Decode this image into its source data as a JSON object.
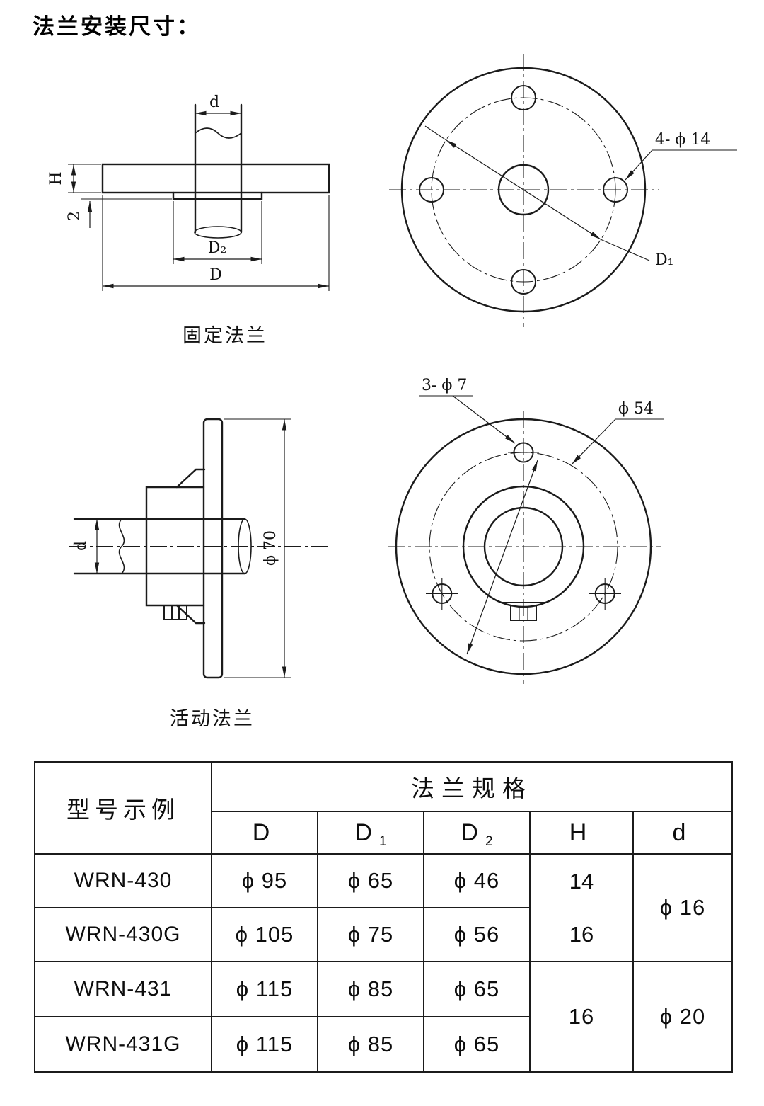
{
  "page": {
    "title": "法兰安装尺寸："
  },
  "fixed_flange": {
    "caption": "固定法兰",
    "dim_d": "d",
    "dim_H": "H",
    "dim_2": "2",
    "dim_D2": "D₂",
    "dim_D": "D",
    "front": {
      "holes_label": "4- ϕ 14",
      "dim_D1": "D₁"
    }
  },
  "movable_flange": {
    "caption": "活动法兰",
    "dim_d": "d",
    "dim_phi70": "ϕ 70",
    "front": {
      "holes_label": "3- ϕ 7",
      "dim_phi54": "ϕ 54"
    }
  },
  "table": {
    "model_header": "型号示例",
    "spec_header": "法兰规格",
    "columns": [
      {
        "base": "D",
        "sub": ""
      },
      {
        "base": "D",
        "sub": "1"
      },
      {
        "base": "D",
        "sub": "2"
      },
      {
        "base": "H",
        "sub": ""
      },
      {
        "base": "d",
        "sub": ""
      }
    ],
    "rows": [
      {
        "model": "WRN-430",
        "D": "ϕ 95",
        "D1": "ϕ 65",
        "D2": "ϕ 46",
        "H": "14"
      },
      {
        "model": "WRN-430G",
        "D": "ϕ 105",
        "D1": "ϕ 75",
        "D2": "ϕ 56",
        "H": "16"
      },
      {
        "model": "WRN-431",
        "D": "ϕ 115",
        "D1": "ϕ 85",
        "D2": "ϕ 65"
      },
      {
        "model": "WRN-431G",
        "D": "ϕ 115",
        "D1": "ϕ 85",
        "D2": "ϕ 65"
      }
    ],
    "merged": {
      "h_group2": "16",
      "d_group1": "ϕ 16",
      "d_group2": "ϕ 20"
    }
  }
}
